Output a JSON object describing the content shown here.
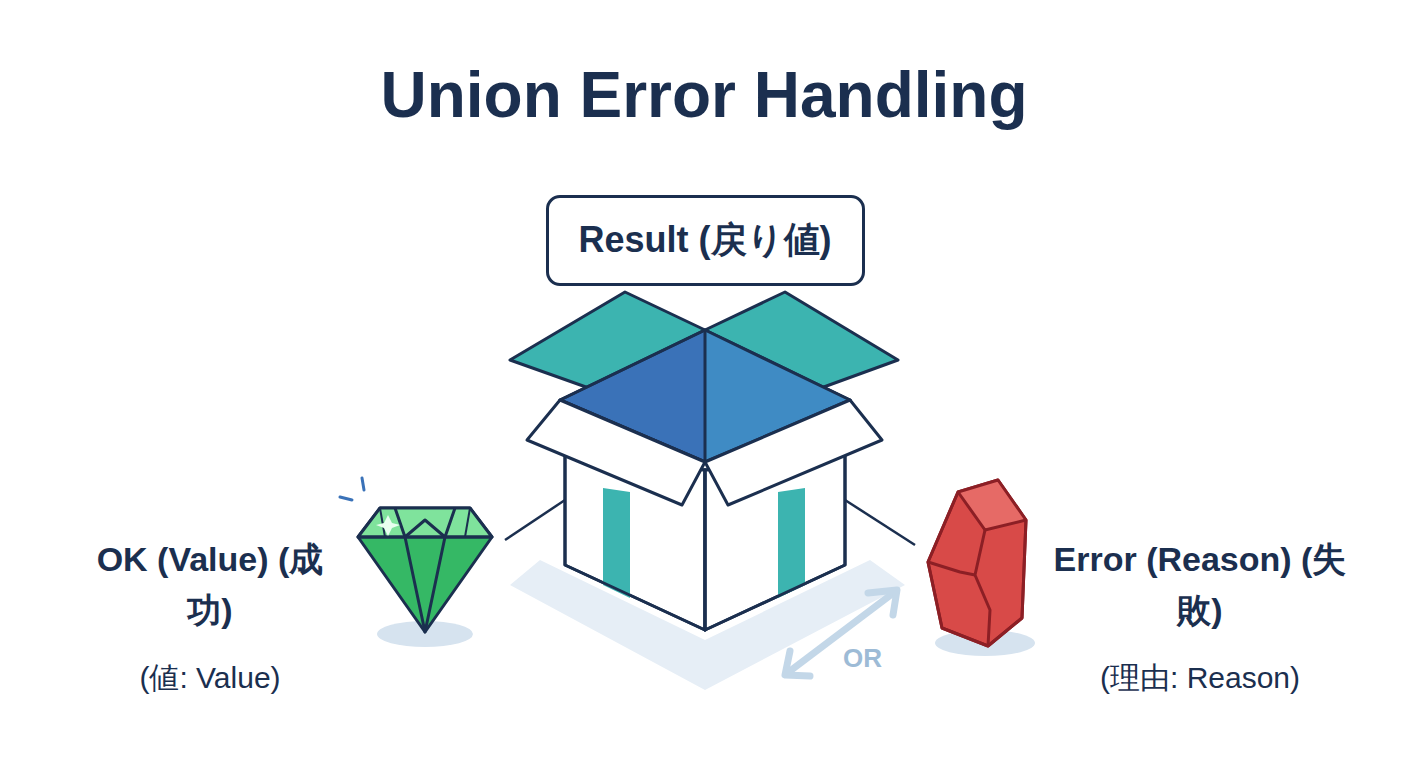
{
  "diagram": {
    "title": "Union Error Handling",
    "nodes": [
      {
        "text": [
          "Result (戻り値)"
        ]
      },
      {
        "text": [
          "OK (Value) (成功)",
          "(値: Value)"
        ]
      },
      {
        "text": [
          "Error (Reason) (失敗)",
          "(理由: Reason)"
        ]
      }
    ],
    "edges": [
      {
        "from": 0,
        "to": 1,
        "arrow": "none"
      },
      {
        "from": 0,
        "to": 2,
        "arrow": "none"
      }
    ],
    "labels": [
      "OR"
    ]
  }
}
